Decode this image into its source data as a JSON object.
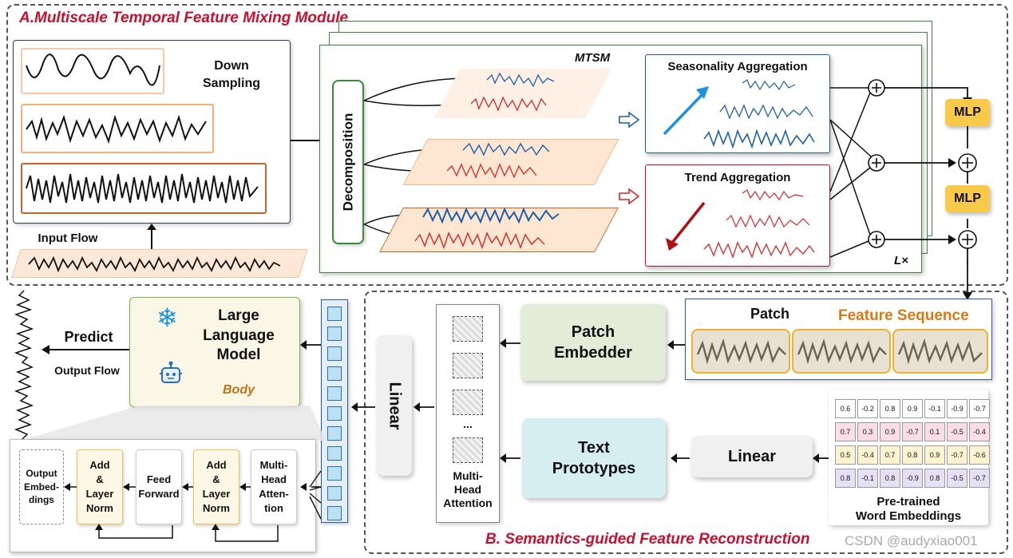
{
  "section_a": {
    "title": "A.Multiscale Temporal Feature Mixing Module"
  },
  "section_b": {
    "title": "B. Semantics-guided Feature Reconstruction"
  },
  "down_sampling": {
    "line1": "Down",
    "line2": "Sampling"
  },
  "input_flow": "Input Flow",
  "mtsm": "MTSM",
  "decomposition": "Decomposition",
  "seasonality": "Seasonality Aggregation",
  "trend": "Trend Aggregation",
  "lx": "L×",
  "mlp": [
    "MLP",
    "MLP"
  ],
  "patch": "Patch",
  "feature_sequence": "Feature Sequence",
  "patch_embedder": {
    "line1": "Patch",
    "line2": "Embedder"
  },
  "text_prototypes": {
    "line1": "Text",
    "line2": "Prototypes"
  },
  "linear_b": "Linear",
  "linear_vertical": "Linear",
  "mha": {
    "line1": "Multi-",
    "line2": "Head",
    "line3": "Attention",
    "dots": "..."
  },
  "word_embeddings": {
    "caption1": "Pre-trained",
    "caption2": "Word Embeddings",
    "rows": [
      [
        "0.6",
        "-0.2",
        "0.8",
        "0.9",
        "-0.1",
        "-0.9",
        "-0.7"
      ],
      [
        "0.7",
        "0.3",
        "0.9",
        "-0.7",
        "0.1",
        "-0.5",
        "-0.4"
      ],
      [
        "0.5",
        "-0.4",
        "0.7",
        "0.8",
        "0.9",
        "-0.7",
        "-0.6"
      ],
      [
        "0.8",
        "-0.1",
        "0.8",
        "-0.9",
        "0.8",
        "-0.5",
        "-0.7"
      ]
    ],
    "row_colors": [
      "#ffffff",
      "#fbdde8",
      "#fdf3d0",
      "#e6e0f6"
    ]
  },
  "llm": {
    "line1": "Large",
    "line2": "Language",
    "line3": "Model",
    "body": "Body"
  },
  "predict": "Predict",
  "output_flow": "Output Flow",
  "body_detail": {
    "output_embeddings": {
      "l1": "Output",
      "l2": "Embed-",
      "l3": "dings"
    },
    "add_norm_1": {
      "l1": "Add",
      "l2": "&",
      "l3": "Layer",
      "l4": "Norm"
    },
    "feed_forward": {
      "l1": "Feed",
      "l2": "Forward"
    },
    "add_norm_2": {
      "l1": "Add",
      "l2": "&",
      "l3": "Layer",
      "l4": "Norm"
    },
    "mha": {
      "l1": "Multi-",
      "l2": "Head",
      "l3": "Atten-",
      "l4": "tion"
    }
  },
  "watermark": "CSDN @audyxiao001",
  "colors": {
    "accent_red": "#c8102e",
    "blue_series": "#1f5fa8",
    "red_series": "#d62828",
    "mlp_yellow": "#f9c94a",
    "orange_title": "#d97a14"
  },
  "icons": [
    "snowflake-icon",
    "robot-icon",
    "plus-circle-icon"
  ]
}
